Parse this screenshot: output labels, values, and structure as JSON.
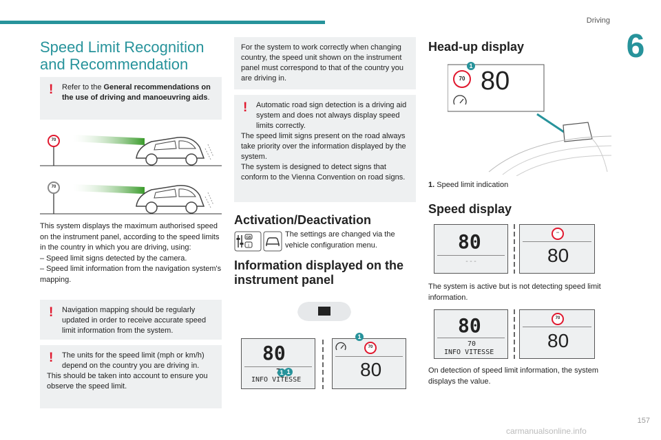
{
  "header": {
    "section": "Driving",
    "chapter": "6",
    "page": "157",
    "watermark": "carmanualsonline.info"
  },
  "colors": {
    "accent": "#27939b",
    "warning": "#e0182e",
    "note_bg": "#eef0f1"
  },
  "col1": {
    "title": "Speed Limit Recognition and Recommendation",
    "note1": {
      "pre": "Refer to the ",
      "bold": "General recommendations on the use of driving and manoeuvring aids",
      "post": "."
    },
    "sign1": "70",
    "sign2": "70",
    "paragraph": "This system displays the maximum authorised speed on the instrument panel, according to the speed limits in the country in which you are driving, using:",
    "bullets": [
      "– Speed limit signs detected by the camera.",
      "– Speed limit information from the navigation system's mapping."
    ],
    "note2": "Navigation mapping should be regularly updated in order to receive accurate speed limit information from the system.",
    "note3": [
      "The units for the speed limit (mph or km/h) depend on the country you are driving in.",
      "This should be taken into account to ensure you observe the speed limit."
    ]
  },
  "col2": {
    "note4": "For the system to work correctly when changing country, the speed unit shown on the instrument panel must correspond to that of the country you are driving in.",
    "note5": [
      "Automatic road sign detection is a driving aid system and does not always display speed limits correctly.",
      "The speed limit signs present on the road always take priority over the information displayed by the system.",
      "The system is designed to detect signs that conform to the Vienna Convention on road signs."
    ],
    "activation_title": "Activation/Deactivation",
    "activation_text": "The settings are changed via the vehicle configuration menu.",
    "gb_label": "GB",
    "info_title": "Information displayed on the instrument panel",
    "panel_left": {
      "speed": "80",
      "limit": "70",
      "info": "INFO VITESSE",
      "callout": "1"
    },
    "panel_right": {
      "speed": "80",
      "sign": "70",
      "callout": "1"
    }
  },
  "col3": {
    "hud_title": "Head-up display",
    "hud": {
      "speed": "80",
      "sign": "70",
      "callout": "1"
    },
    "legend_num": "1.",
    "legend_text": "Speed limit indication",
    "speed_title": "Speed display",
    "s1_left": {
      "speed": "80",
      "dashes": "---"
    },
    "s1_right": {
      "speed": "80",
      "sign": "--"
    },
    "s1_text": "The system is active but is not detecting speed limit information.",
    "s2_left": {
      "speed": "80",
      "limit": "70",
      "info": "INFO VITESSE"
    },
    "s2_right": {
      "speed": "80",
      "sign": "70"
    },
    "s2_text": "On detection of speed limit information, the system displays the value."
  }
}
